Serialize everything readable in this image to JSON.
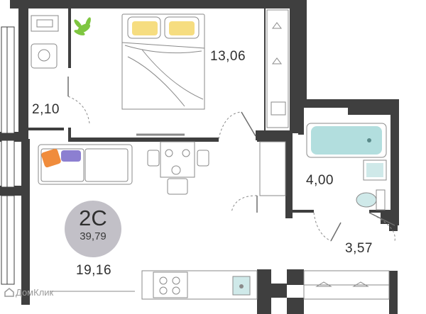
{
  "plan": {
    "apartment_code": "2C",
    "total_area": "39,79",
    "rooms": [
      {
        "id": "bedroom",
        "area": "13,06"
      },
      {
        "id": "wardrobe-nook",
        "area": "2,10"
      },
      {
        "id": "living-kitchen",
        "area": "19,16"
      },
      {
        "id": "bathroom",
        "area": "4,00"
      },
      {
        "id": "hallway",
        "area": "3,57"
      }
    ],
    "colors": {
      "wall": "#3f3f3f",
      "furniture_line": "#8a8a8a",
      "badge": "#c2c0c7",
      "bathtub": "#9fd6d6",
      "pillow": "#f2cf4a",
      "cushion_orange": "#f08c3c",
      "cushion_purple": "#8c7fd1",
      "plant": "#7ec640"
    },
    "icons": [
      "house-logo-icon",
      "plant-icon",
      "hanger-icon",
      "stove-icon",
      "sink-icon",
      "toilet-icon"
    ]
  },
  "watermark": {
    "text": "ДомКлик"
  }
}
